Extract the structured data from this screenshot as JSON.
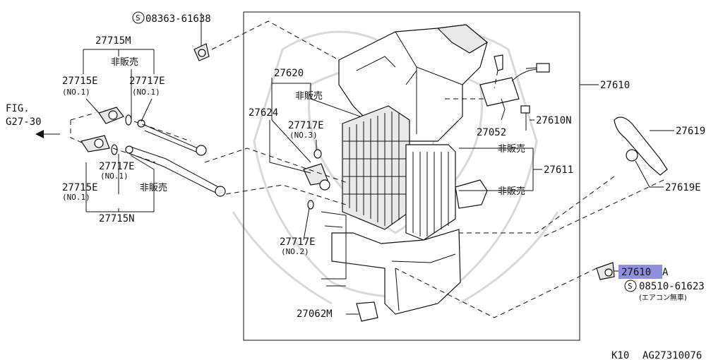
{
  "diagram": {
    "parts": {
      "p27715M": "27715M",
      "p27715E_1": "27715E",
      "p27715E_1_no": "(NO.1)",
      "p27717E_1": "27717E",
      "p27717E_1_no": "(NO.1)",
      "p27717E_lower": "27717E",
      "p27717E_lower_no": "(NO.1)",
      "p27715E_lower": "27715E",
      "p27715E_lower_no": "(NO.1)",
      "p27715N": "27715N",
      "p27620": "27620",
      "p27624": "27624",
      "p27717E_3": "27717E",
      "p27717E_3_no": "(NO.3)",
      "p27717E_2": "27717E",
      "p27717E_2_no": "(NO.2)",
      "p27062M": "27062M",
      "p27052": "27052",
      "p27610N": "27610N",
      "p27610": "27610",
      "p27611": "27611",
      "p27619": "27619",
      "p27619E": "27619E",
      "p27610A_main": "27610",
      "p27610A_suffix": "A"
    },
    "bolts": {
      "top_code": "08363-61638",
      "bottom_code": "08510-61623",
      "bottom_note": "(エアコン無車)",
      "s_symbol": "S"
    },
    "not_sold": {
      "top_left": "非販売",
      "lower_left": "非販売",
      "center": "非販売",
      "right_upper": "非販売",
      "right_lower": "非販売"
    },
    "figure_ref": {
      "line1": "FIG.",
      "line2": "G27-30"
    },
    "footer": {
      "model": "K10",
      "catalog_id": "AG27310076"
    },
    "colors": {
      "highlight": "#8f8fe0",
      "ink": "#111111"
    }
  }
}
